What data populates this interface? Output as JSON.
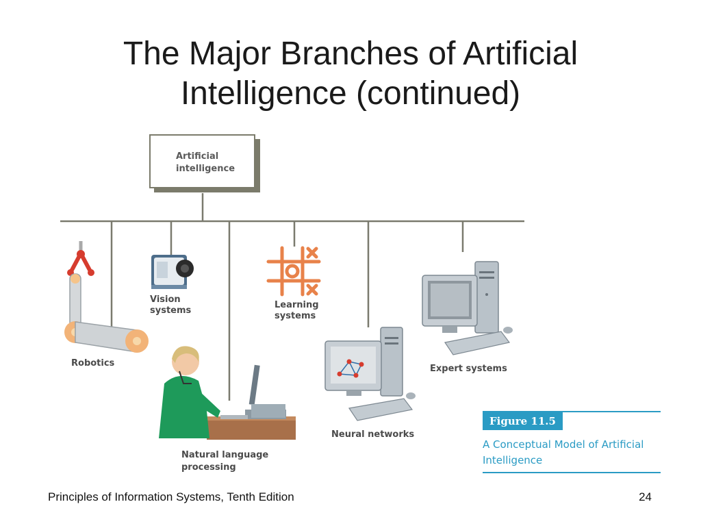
{
  "title": {
    "line1": "The Major Branches of Artificial",
    "line2": "Intelligence (continued)"
  },
  "diagram": {
    "root": {
      "line1": "Artificial",
      "line2": "intelligence"
    },
    "branches": [
      {
        "id": "robotics",
        "lines": [
          "Robotics"
        ],
        "icon": "robot-arm-icon"
      },
      {
        "id": "vision",
        "lines": [
          "Vision",
          "systems"
        ],
        "icon": "camera-icon"
      },
      {
        "id": "nlp",
        "lines": [
          "Natural language",
          "processing"
        ],
        "icon": "person-at-computer-icon"
      },
      {
        "id": "learning",
        "lines": [
          "Learning",
          "systems"
        ],
        "icon": "tic-tac-toe-icon"
      },
      {
        "id": "neural",
        "lines": [
          "Neural networks"
        ],
        "icon": "computer-network-icon"
      },
      {
        "id": "expert",
        "lines": [
          "Expert systems"
        ],
        "icon": "computer-icon"
      }
    ]
  },
  "figure": {
    "number": "Figure 11.5",
    "caption_line1": "A Conceptual Model of Artificial",
    "caption_line2": "Intelligence"
  },
  "footer": {
    "left": "Principles of Information Systems, Tenth Edition",
    "page": "24"
  },
  "colors": {
    "accent": "#2a9bc4",
    "line": "#7a7a6e",
    "orange": "#e8824a"
  }
}
